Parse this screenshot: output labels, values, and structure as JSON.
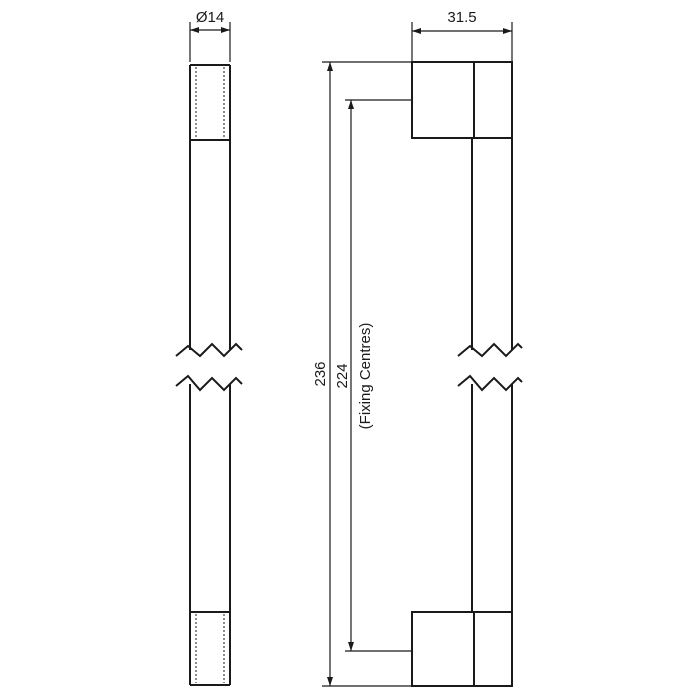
{
  "dimensions": {
    "diameter": {
      "symbol": "Ø",
      "value": "14"
    },
    "depth": "31.5",
    "overall_length": "236",
    "fixing_centres_value": "224",
    "fixing_centres_note": "(Fixing Centres)"
  }
}
